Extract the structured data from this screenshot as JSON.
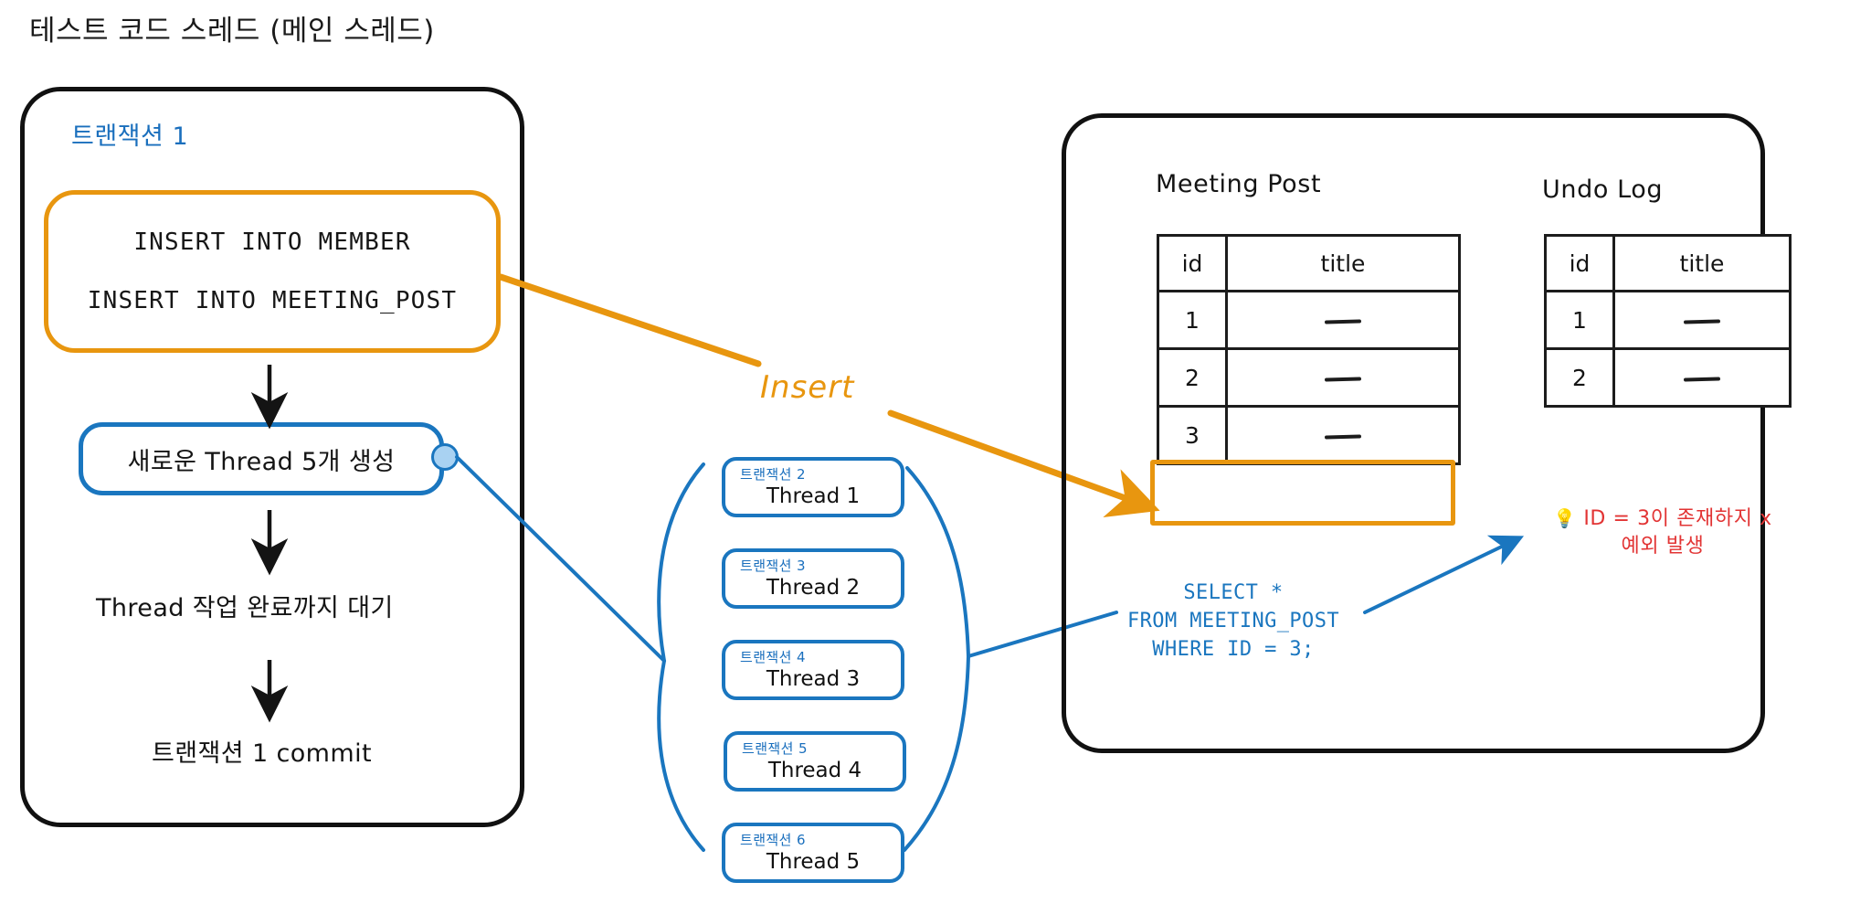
{
  "page": {
    "title": "테스트 코드 스레드 (메인 스레드)"
  },
  "colors": {
    "orange": "#e8960f",
    "blue": "#1a76bf",
    "blue_text": "#1a6fbd",
    "red": "#e23434",
    "black": "#111111"
  },
  "main_thread": {
    "transaction_label": "트랜잭션 1",
    "sql_lines": [
      "INSERT INTO MEMBER",
      "INSERT INTO MEETING_POST"
    ],
    "create_threads_label": "새로운 Thread 5개 생성",
    "wait_label": "Thread 작업 완료까지 대기",
    "commit_label": "트랜잭션 1 commit"
  },
  "threads": [
    {
      "tx": "트랜잭션 2",
      "name": "Thread 1"
    },
    {
      "tx": "트랜잭션 3",
      "name": "Thread 2"
    },
    {
      "tx": "트랜잭션 4",
      "name": "Thread 3"
    },
    {
      "tx": "트랜잭션 5",
      "name": "Thread 4"
    },
    {
      "tx": "트랜잭션 6",
      "name": "Thread 5"
    }
  ],
  "arrows": {
    "insert_label": "Insert"
  },
  "database": {
    "meeting_post": {
      "caption": "Meeting Post",
      "columns": [
        "id",
        "title"
      ],
      "rows": [
        {
          "id": "1",
          "title": "—"
        },
        {
          "id": "2",
          "title": "—"
        },
        {
          "id": "3",
          "title": "—"
        }
      ],
      "highlighted_row_id": "3"
    },
    "undo_log": {
      "caption": "Undo Log",
      "columns": [
        "id",
        "title"
      ],
      "rows": [
        {
          "id": "1",
          "title": "—"
        },
        {
          "id": "2",
          "title": "—"
        }
      ]
    },
    "select_query": "SELECT *\nFROM MEETING_POST\nWHERE ID = 3;",
    "exception_note": {
      "icon": "💡",
      "line1": "ID = 3이 존재하지 x",
      "line2": "예외 발생"
    }
  }
}
